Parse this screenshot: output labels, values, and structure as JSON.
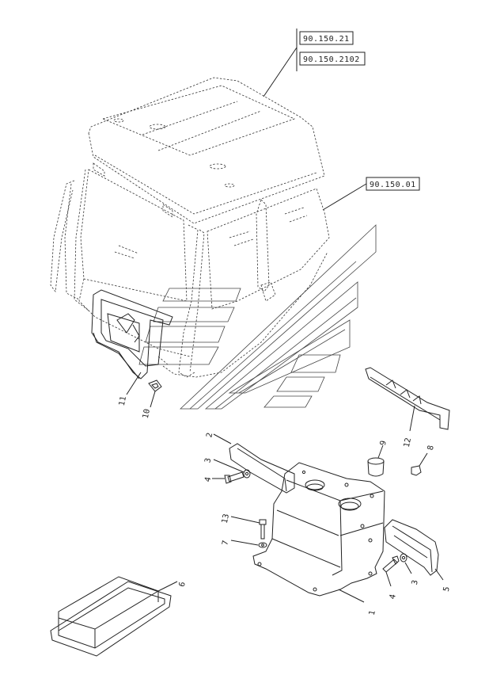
{
  "references": [
    "90.150.21",
    "90.150.2102",
    "90.150.01"
  ],
  "callouts": [
    "1",
    "2",
    "3",
    "4",
    "5",
    "6",
    "7",
    "8",
    "9",
    "10",
    "11",
    "12",
    "13",
    "3",
    "4"
  ]
}
